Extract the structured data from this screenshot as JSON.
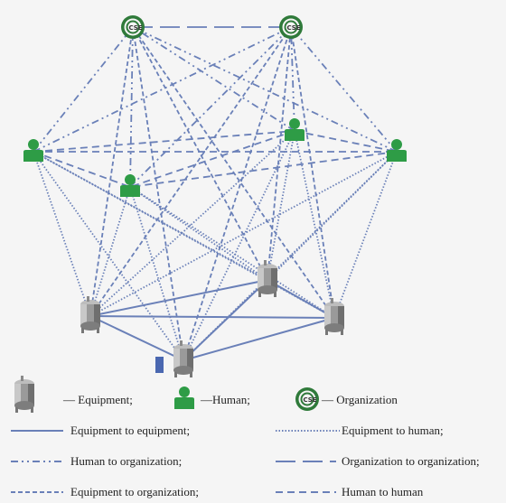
{
  "colors": {
    "background": "#f5f5f5",
    "line": "#6a80b8",
    "human_green": "#2e9c46",
    "org_green": "#2f7a3a",
    "equipment_gray": "#8f8f8f"
  },
  "nodes": [
    {
      "id": "org1",
      "type": "organization",
      "icon": "organization-icon",
      "label": "CSE"
    },
    {
      "id": "org2",
      "type": "organization",
      "icon": "organization-icon",
      "label": "CSE"
    },
    {
      "id": "hum1",
      "type": "human",
      "icon": "human-icon"
    },
    {
      "id": "hum2",
      "type": "human",
      "icon": "human-icon"
    },
    {
      "id": "hum3",
      "type": "human",
      "icon": "human-icon"
    },
    {
      "id": "hum4",
      "type": "human",
      "icon": "human-icon"
    },
    {
      "id": "eq1",
      "type": "equipment",
      "icon": "equipment-icon"
    },
    {
      "id": "eq2",
      "type": "equipment",
      "icon": "equipment-icon"
    },
    {
      "id": "eq3",
      "type": "equipment",
      "icon": "equipment-icon"
    },
    {
      "id": "eq4",
      "type": "equipment",
      "icon": "equipment-icon"
    }
  ],
  "edges": [
    {
      "from": "org1",
      "to": "org2",
      "kind": "organization_to_organization"
    },
    {
      "from": "hum1",
      "to": "hum2",
      "kind": "human_to_human"
    },
    {
      "from": "hum1",
      "to": "hum3",
      "kind": "human_to_human"
    },
    {
      "from": "hum1",
      "to": "hum4",
      "kind": "human_to_human"
    },
    {
      "from": "hum2",
      "to": "hum3",
      "kind": "human_to_human"
    },
    {
      "from": "hum2",
      "to": "hum4",
      "kind": "human_to_human"
    },
    {
      "from": "hum3",
      "to": "hum4",
      "kind": "human_to_human"
    },
    {
      "from": "hum1",
      "to": "org1",
      "kind": "human_to_organization"
    },
    {
      "from": "hum1",
      "to": "org2",
      "kind": "human_to_organization"
    },
    {
      "from": "hum2",
      "to": "org1",
      "kind": "human_to_organization"
    },
    {
      "from": "hum2",
      "to": "org2",
      "kind": "human_to_organization"
    },
    {
      "from": "hum3",
      "to": "org1",
      "kind": "human_to_organization"
    },
    {
      "from": "hum3",
      "to": "org2",
      "kind": "human_to_organization"
    },
    {
      "from": "hum4",
      "to": "org1",
      "kind": "human_to_organization"
    },
    {
      "from": "hum4",
      "to": "org2",
      "kind": "human_to_organization"
    },
    {
      "from": "eq1",
      "to": "org1",
      "kind": "equipment_to_organization"
    },
    {
      "from": "eq1",
      "to": "org2",
      "kind": "equipment_to_organization"
    },
    {
      "from": "eq2",
      "to": "org1",
      "kind": "equipment_to_organization"
    },
    {
      "from": "eq2",
      "to": "org2",
      "kind": "equipment_to_organization"
    },
    {
      "from": "eq3",
      "to": "org1",
      "kind": "equipment_to_organization"
    },
    {
      "from": "eq3",
      "to": "org2",
      "kind": "equipment_to_organization"
    },
    {
      "from": "eq4",
      "to": "org1",
      "kind": "equipment_to_organization"
    },
    {
      "from": "eq4",
      "to": "org2",
      "kind": "equipment_to_organization"
    },
    {
      "from": "eq1",
      "to": "hum1",
      "kind": "equipment_to_human"
    },
    {
      "from": "eq1",
      "to": "hum2",
      "kind": "equipment_to_human"
    },
    {
      "from": "eq1",
      "to": "hum3",
      "kind": "equipment_to_human"
    },
    {
      "from": "eq1",
      "to": "hum4",
      "kind": "equipment_to_human"
    },
    {
      "from": "eq2",
      "to": "hum1",
      "kind": "equipment_to_human"
    },
    {
      "from": "eq2",
      "to": "hum2",
      "kind": "equipment_to_human"
    },
    {
      "from": "eq2",
      "to": "hum3",
      "kind": "equipment_to_human"
    },
    {
      "from": "eq2",
      "to": "hum4",
      "kind": "equipment_to_human"
    },
    {
      "from": "eq3",
      "to": "hum1",
      "kind": "equipment_to_human"
    },
    {
      "from": "eq3",
      "to": "hum2",
      "kind": "equipment_to_human"
    },
    {
      "from": "eq3",
      "to": "hum3",
      "kind": "equipment_to_human"
    },
    {
      "from": "eq3",
      "to": "hum4",
      "kind": "equipment_to_human"
    },
    {
      "from": "eq4",
      "to": "hum1",
      "kind": "equipment_to_human"
    },
    {
      "from": "eq4",
      "to": "hum2",
      "kind": "equipment_to_human"
    },
    {
      "from": "eq4",
      "to": "hum3",
      "kind": "equipment_to_human"
    },
    {
      "from": "eq4",
      "to": "hum4",
      "kind": "equipment_to_human"
    },
    {
      "from": "eq1",
      "to": "eq2",
      "kind": "equipment_to_equipment"
    },
    {
      "from": "eq1",
      "to": "eq3",
      "kind": "equipment_to_equipment"
    },
    {
      "from": "eq1",
      "to": "eq4",
      "kind": "equipment_to_equipment"
    },
    {
      "from": "eq2",
      "to": "eq3",
      "kind": "equipment_to_equipment"
    },
    {
      "from": "eq2",
      "to": "eq4",
      "kind": "equipment_to_equipment"
    },
    {
      "from": "eq3",
      "to": "eq4",
      "kind": "equipment_to_equipment"
    }
  ],
  "legend": {
    "equipment": "— Equipment;",
    "human": "—Human;",
    "organization": "— Organization",
    "equipment_to_equipment": "Equipment to equipment;",
    "equipment_to_human": "Equipment to human;",
    "human_to_organization": "Human to organization;",
    "organization_to_organization": "Organization to organization;",
    "equipment_to_organization": "Equipment to organization;",
    "human_to_human": "Human to human"
  }
}
